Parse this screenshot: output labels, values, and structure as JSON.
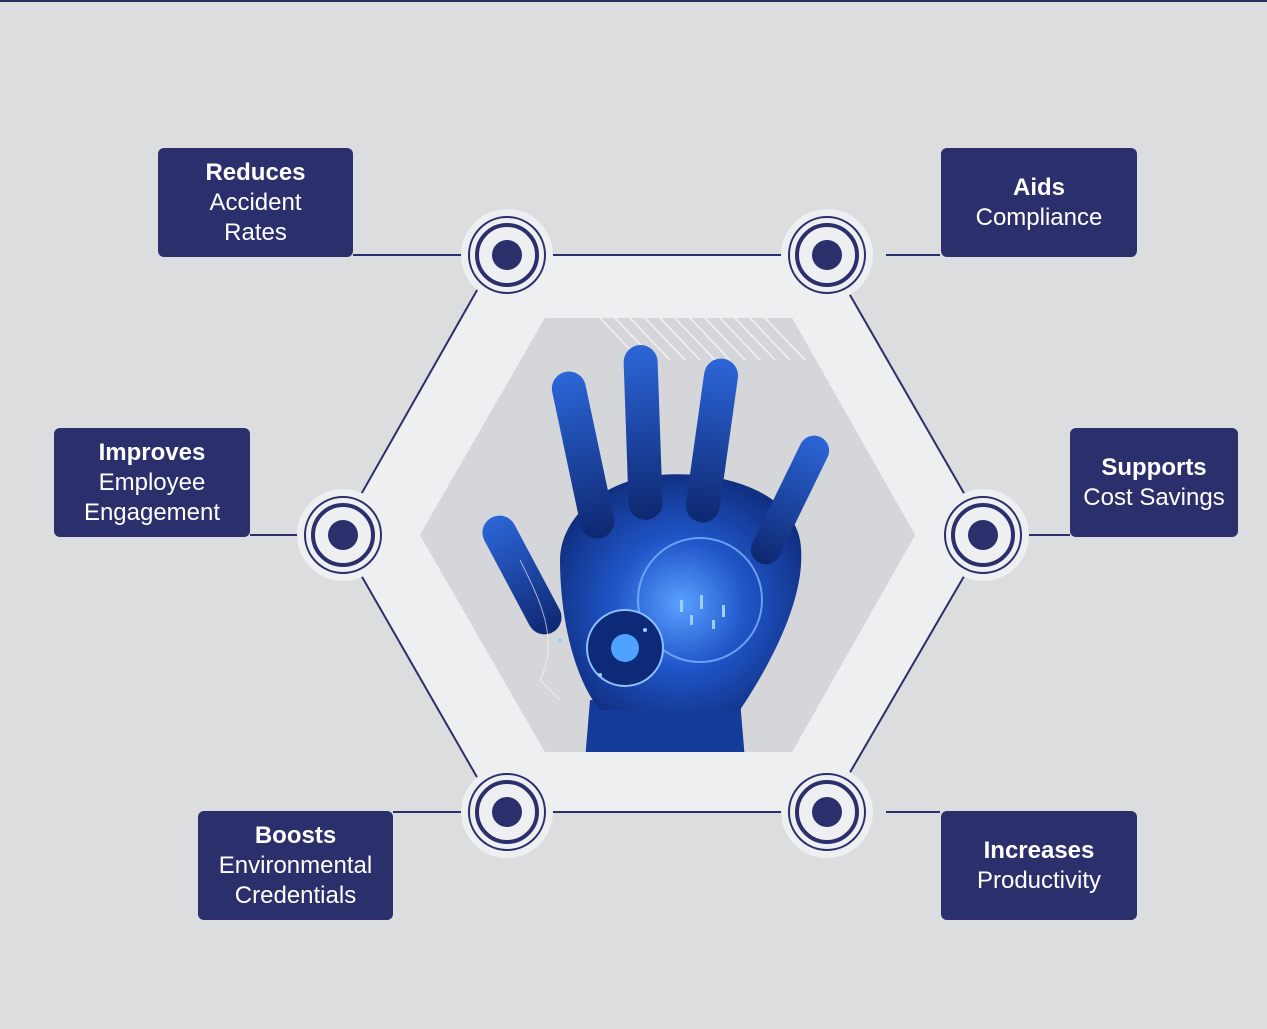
{
  "colors": {
    "background": "#dcdddf",
    "navy": "#2b2f6b",
    "ring_fill": "#eef0f2",
    "hex_band": "#eeeff1",
    "card_text": "#ffffff"
  },
  "image": {
    "description_icon": "robotic-hand-icon"
  },
  "benefits": [
    {
      "head": "Reduces",
      "body1": "Accident",
      "body2": "Rates"
    },
    {
      "head": "Aids",
      "body1": "Compliance",
      "body2": ""
    },
    {
      "head": "Improves",
      "body1": "Employee",
      "body2": "Engagement"
    },
    {
      "head": "Supports",
      "body1": "Cost Savings",
      "body2": ""
    },
    {
      "head": "Boosts",
      "body1": "Environmental",
      "body2": "Credentials"
    },
    {
      "head": "Increases",
      "body1": "Productivity",
      "body2": ""
    }
  ]
}
